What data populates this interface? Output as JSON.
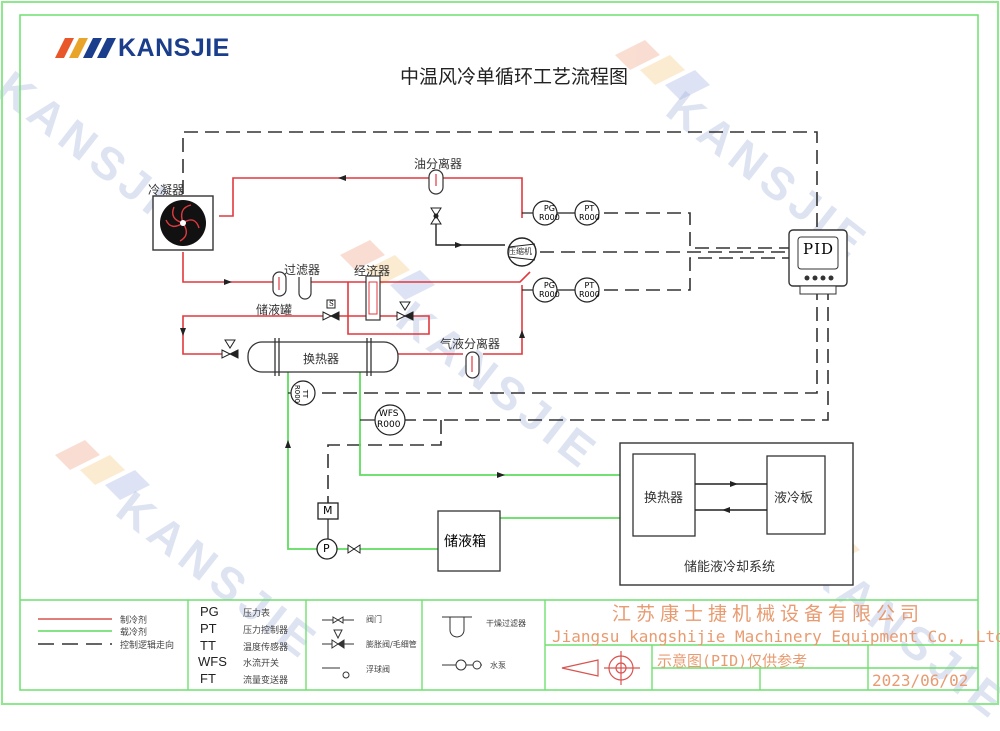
{
  "brand": {
    "logo_text": "KANSJIE",
    "watermark": "KANSJIE",
    "colors": {
      "blue": "#1b3e8c",
      "orange": "#e8562a",
      "yellow": "#e8a52a"
    }
  },
  "diagram": {
    "title": "中温风冷单循环工艺流程图",
    "components": {
      "condenser": "冷凝器",
      "oil_separator": "油分离器",
      "filter": "过滤器",
      "economizer": "经济器",
      "receiver": "储液罐",
      "compressor": "压缩机",
      "heat_exchanger": "换热器",
      "gas_liquid_separator": "气液分离器",
      "storage_tank": "储液箱",
      "motor": "M",
      "pump": "P",
      "controller": "PID",
      "subsystem_title": "储能液冷却系统",
      "subsystem_heat_exchanger": "换热器",
      "subsystem_cold_plate": "液冷板",
      "solenoid_tag": "S"
    },
    "instruments": {
      "pg_top": {
        "tag": "PG",
        "id": "R000"
      },
      "pt_top": {
        "tag": "PT",
        "id": "R000"
      },
      "pg_bottom": {
        "tag": "PG",
        "id": "R000"
      },
      "pt_bottom": {
        "tag": "PT",
        "id": "R000"
      },
      "tt": {
        "tag": "TT",
        "id": "R000"
      },
      "wfs": {
        "tag": "WFS",
        "id": "R000"
      }
    },
    "line_colors": {
      "refrigerant": "#e0393e",
      "coolant": "#5fdc5f",
      "control": "#333333"
    }
  },
  "legend": {
    "lines": [
      {
        "label": "制冷剂",
        "color": "#d9534f"
      },
      {
        "label": "载冷剂",
        "color": "#5fdc5f"
      },
      {
        "label": "控制逻辑走向",
        "color": "#333333"
      }
    ],
    "abbreviations": [
      {
        "abbr": "PG",
        "desc": "压力表"
      },
      {
        "abbr": "PT",
        "desc": "压力控制器"
      },
      {
        "abbr": "TT",
        "desc": "温度传感器"
      },
      {
        "abbr": "WFS",
        "desc": "水流开关"
      },
      {
        "abbr": "FT",
        "desc": "流量变送器"
      }
    ],
    "symbols_valves": [
      {
        "label": "阀门"
      },
      {
        "label": "膨胀阀/毛细管"
      },
      {
        "label": "浮球阀"
      }
    ],
    "symbols_other": [
      {
        "label": "干燥过滤器"
      },
      {
        "label": "水泵"
      }
    ]
  },
  "title_block": {
    "company_cn": "江苏康士捷机械设备有限公司",
    "company_en": "Jiangsu kangshijie Machinery Equipment Co., Ltd",
    "note": "示意图(PID)仅供参考",
    "date": "2023/06/02"
  }
}
